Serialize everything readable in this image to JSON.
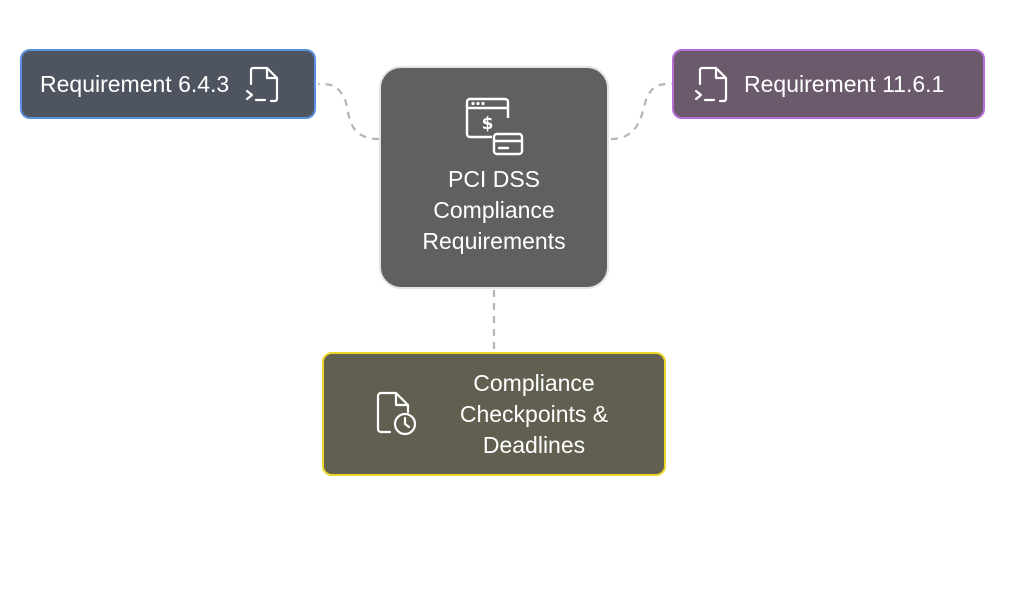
{
  "nodes": {
    "left": {
      "label": "Requirement 6.4.3",
      "icon": "file-terminal-icon",
      "border_color": "#5b8fe0",
      "fill_color": "#4f5560"
    },
    "right": {
      "label": "Requirement 11.6.1",
      "icon": "file-terminal-icon",
      "border_color": "#b66fd6",
      "fill_color": "#6b5a6c"
    },
    "center": {
      "label": "PCI DSS Compliance Requirements",
      "icon": "payment-browser-card-icon",
      "border_color": "#e3e3e3",
      "fill_color": "#606060"
    },
    "bottom": {
      "label": "Compliance Checkpoints & Deadlines",
      "icon": "file-clock-icon",
      "border_color": "#ead72a",
      "fill_color": "#615f50"
    }
  },
  "connectors": {
    "style": "dashed",
    "color": "#b5b5b5",
    "edges": [
      {
        "from": "center",
        "to": "left"
      },
      {
        "from": "center",
        "to": "right"
      },
      {
        "from": "center",
        "to": "bottom"
      }
    ]
  }
}
